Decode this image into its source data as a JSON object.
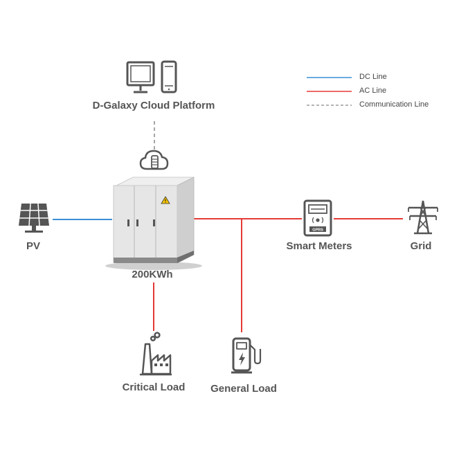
{
  "legend": {
    "dc_label": "DC Line",
    "ac_label": "AC Line",
    "comm_label": "Communication Line"
  },
  "nodes": {
    "cloud": "D-Galaxy Cloud Platform",
    "pv": "PV",
    "battery": "200KWh",
    "meters": "Smart Meters",
    "grid": "Grid",
    "critical": "Critical Load",
    "general": "General Load"
  },
  "meter_badge": "GPRS",
  "colors": {
    "dc_line": "#3a8fd6",
    "ac_line": "#e53935",
    "comm_line": "#888888",
    "icon": "#555555",
    "cabinet": "#e4e4e4"
  },
  "icons": [
    "monitor-icon",
    "phone-icon",
    "cloud-icon",
    "solar-panel-icon",
    "battery-cabinet-icon",
    "smart-meter-icon",
    "pylon-icon",
    "factory-icon",
    "charger-icon",
    "warning-icon"
  ]
}
